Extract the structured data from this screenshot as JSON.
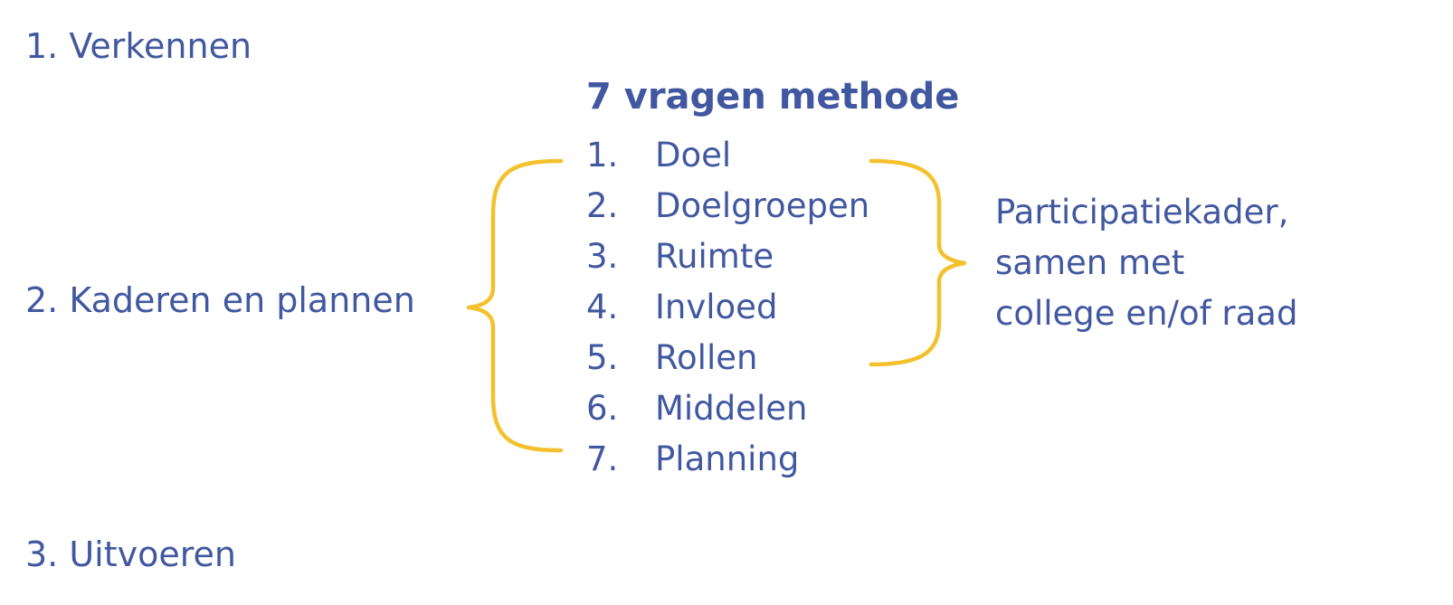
{
  "phases": {
    "p1": "1.  Verkennen",
    "p2": "2. Kaderen en plannen",
    "p3": "3. Uitvoeren"
  },
  "method": {
    "title": "7 vragen methode",
    "steps": [
      {
        "num": "1.",
        "label": "Doel"
      },
      {
        "num": "2.",
        "label": "Doelgroepen"
      },
      {
        "num": "3.",
        "label": "Ruimte"
      },
      {
        "num": "4.",
        "label": "Invloed"
      },
      {
        "num": "5.",
        "label": "Rollen"
      },
      {
        "num": "6.",
        "label": "Middelen"
      },
      {
        "num": "7.",
        "label": "Planning"
      }
    ]
  },
  "side_note": {
    "line1": "Participatiekader,",
    "line2": "samen met",
    "line3": "college en/of raad"
  },
  "colors": {
    "text": "#4158a0",
    "brace": "#f4c12e",
    "background": "#ffffff"
  }
}
